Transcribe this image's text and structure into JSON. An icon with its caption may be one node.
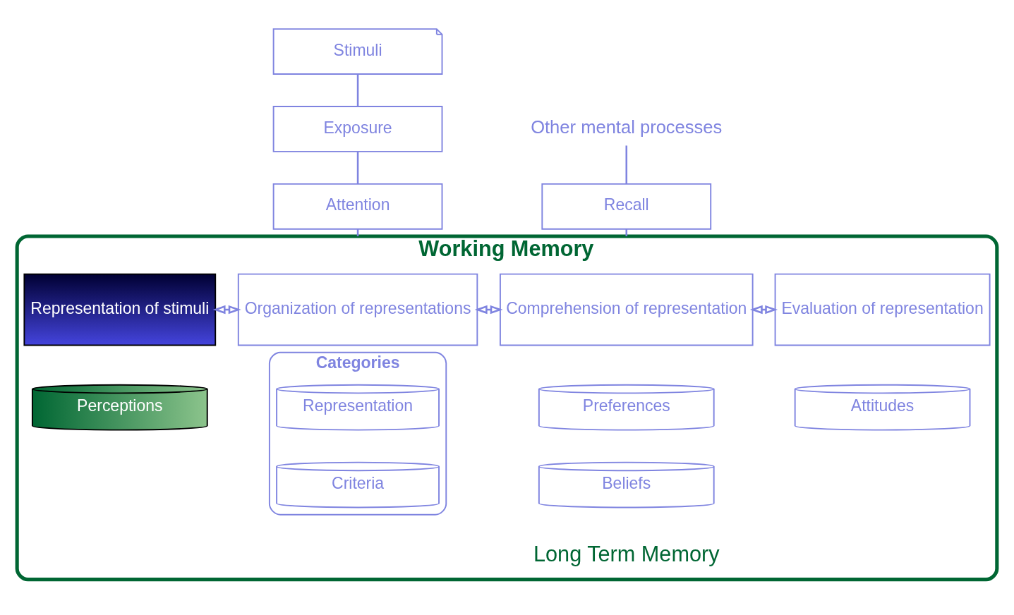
{
  "diagram": {
    "nodes": [
      {
        "text": [
          "Stimuli"
        ]
      },
      {
        "text": [
          "Exposure"
        ]
      },
      {
        "text": [
          "Attention"
        ]
      },
      {
        "text": [
          "Other mental processes"
        ]
      },
      {
        "text": [
          "Recall"
        ]
      },
      {
        "text": [
          "Working Memory",
          "Long Term Memory"
        ]
      },
      {
        "text": [
          "Representation of stimuli"
        ],
        "in": 5
      },
      {
        "text": [
          "Organization of representations"
        ],
        "in": 5
      },
      {
        "text": [
          "Comprehension of representation"
        ],
        "in": 5
      },
      {
        "text": [
          "Evaluation of representation"
        ],
        "in": 5
      },
      {
        "text": [
          "Perceptions"
        ],
        "in": 5
      },
      {
        "text": [
          "Categories"
        ],
        "in": 5
      },
      {
        "text": [
          "Representation"
        ],
        "in": 11
      },
      {
        "text": [
          "Criteria"
        ],
        "in": 11
      },
      {
        "text": [
          "Preferences"
        ],
        "in": 5
      },
      {
        "text": [
          "Beliefs"
        ],
        "in": 5
      },
      {
        "text": [
          "Attitudes"
        ],
        "in": 5
      }
    ],
    "edges": [
      {
        "from": 0,
        "to": 1,
        "arrow": "none"
      },
      {
        "from": 1,
        "to": 2,
        "arrow": "none"
      },
      {
        "from": 2,
        "to": 5,
        "arrow": "none"
      },
      {
        "from": 3,
        "to": 4,
        "arrow": "none"
      },
      {
        "from": 4,
        "to": 5,
        "arrow": "none"
      },
      {
        "from": 6,
        "to": 7,
        "arrow": "both"
      },
      {
        "from": 7,
        "to": 8,
        "arrow": "both"
      },
      {
        "from": 8,
        "to": 9,
        "arrow": "both"
      }
    ]
  }
}
